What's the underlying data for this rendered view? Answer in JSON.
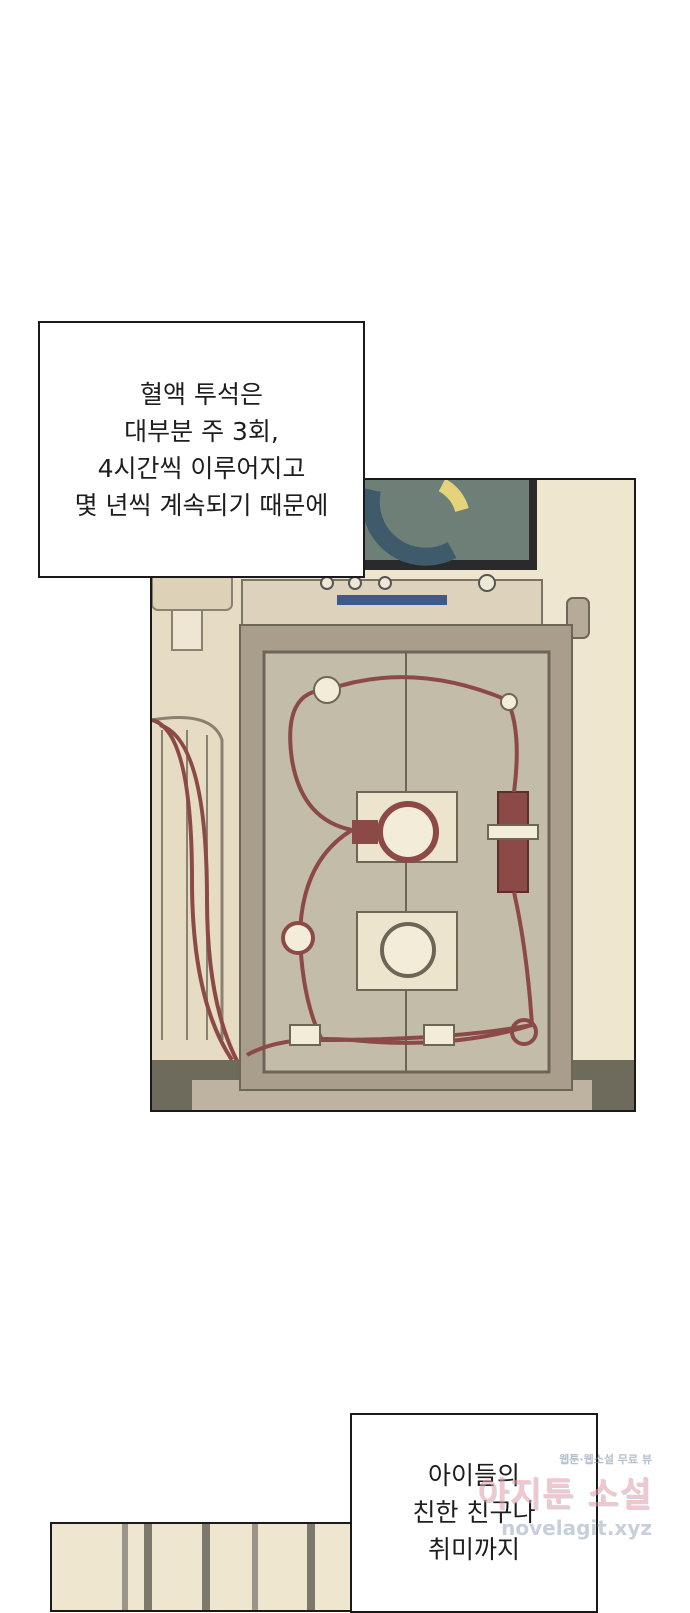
{
  "captions": {
    "top": [
      "혈액 투석은",
      "대부분 주 3회,",
      "4시간씩 이루어지고",
      "몇 년씩 계속되기 때문에"
    ],
    "bottom": [
      "아이들의",
      "친한 친구나",
      "취미까지"
    ]
  },
  "watermark": {
    "line1": "웹툰·웹소설 무료 뷰",
    "line2": "아지툰 소설",
    "line3": "novelagit.xyz"
  },
  "colors": {
    "panel_bg": "#efe6cf",
    "machine": "#a99e8c",
    "tube": "#8b4a45",
    "screen": "#6d7f76"
  }
}
